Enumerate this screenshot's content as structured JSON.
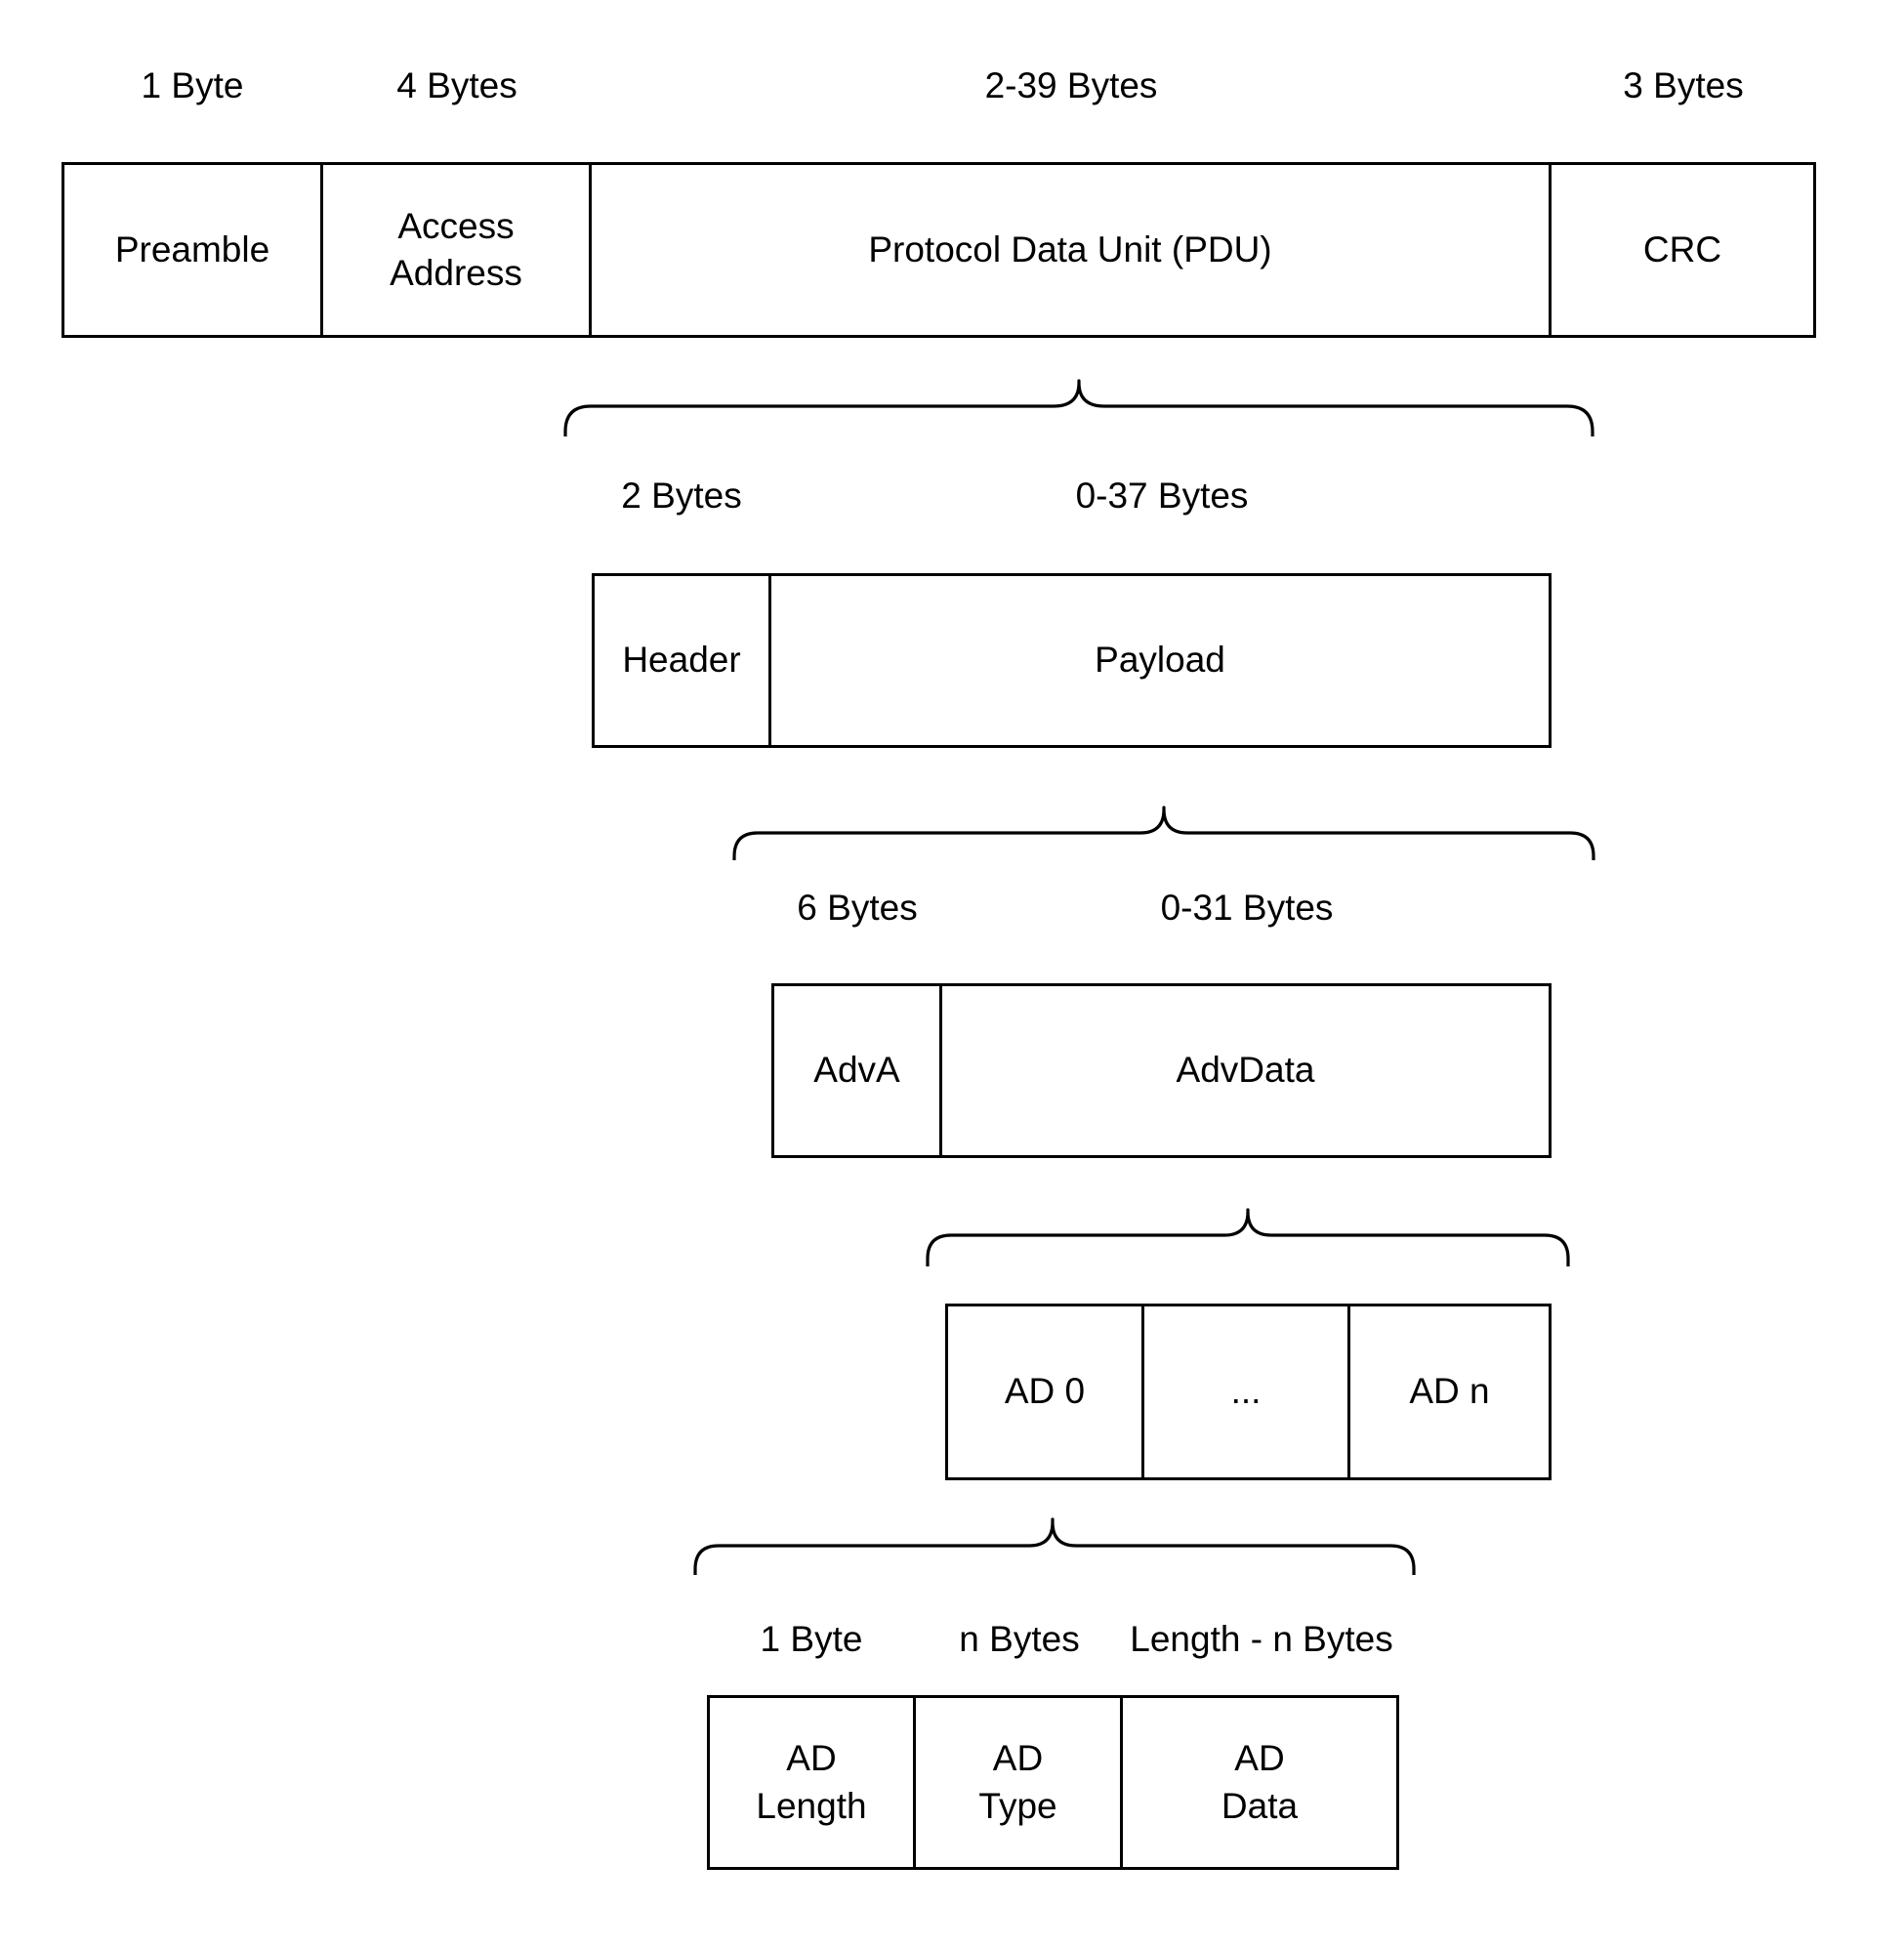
{
  "colors": {
    "background": "#ffffff",
    "ink": "#000000"
  },
  "sections": [
    {
      "name": "packet",
      "labels": [
        {
          "text": "1 Byte"
        },
        {
          "text": "4 Bytes"
        },
        {
          "text": "2-39 Bytes"
        },
        {
          "text": "3 Bytes"
        }
      ],
      "cells": [
        {
          "label": "Preamble"
        },
        {
          "label": "Access\nAddress"
        },
        {
          "label": "Protocol Data Unit (PDU)"
        },
        {
          "label": "CRC"
        }
      ]
    },
    {
      "name": "pdu",
      "labels": [
        {
          "text": "2 Bytes"
        },
        {
          "text": "0-37 Bytes"
        }
      ],
      "cells": [
        {
          "label": "Header"
        },
        {
          "label": "Payload"
        }
      ]
    },
    {
      "name": "payload",
      "labels": [
        {
          "text": "6 Bytes"
        },
        {
          "text": "0-31 Bytes"
        }
      ],
      "cells": [
        {
          "label": "AdvA"
        },
        {
          "label": "AdvData"
        }
      ]
    },
    {
      "name": "advdata",
      "labels": [],
      "cells": [
        {
          "label": "AD 0"
        },
        {
          "label": "..."
        },
        {
          "label": "AD n"
        }
      ]
    },
    {
      "name": "ad-structure",
      "labels": [
        {
          "text": "1 Byte"
        },
        {
          "text": "n Bytes"
        },
        {
          "text": "Length - n Bytes"
        }
      ],
      "cells": [
        {
          "label": "AD\nLength"
        },
        {
          "label": "AD\nType"
        },
        {
          "label": "AD\nData"
        }
      ]
    }
  ]
}
